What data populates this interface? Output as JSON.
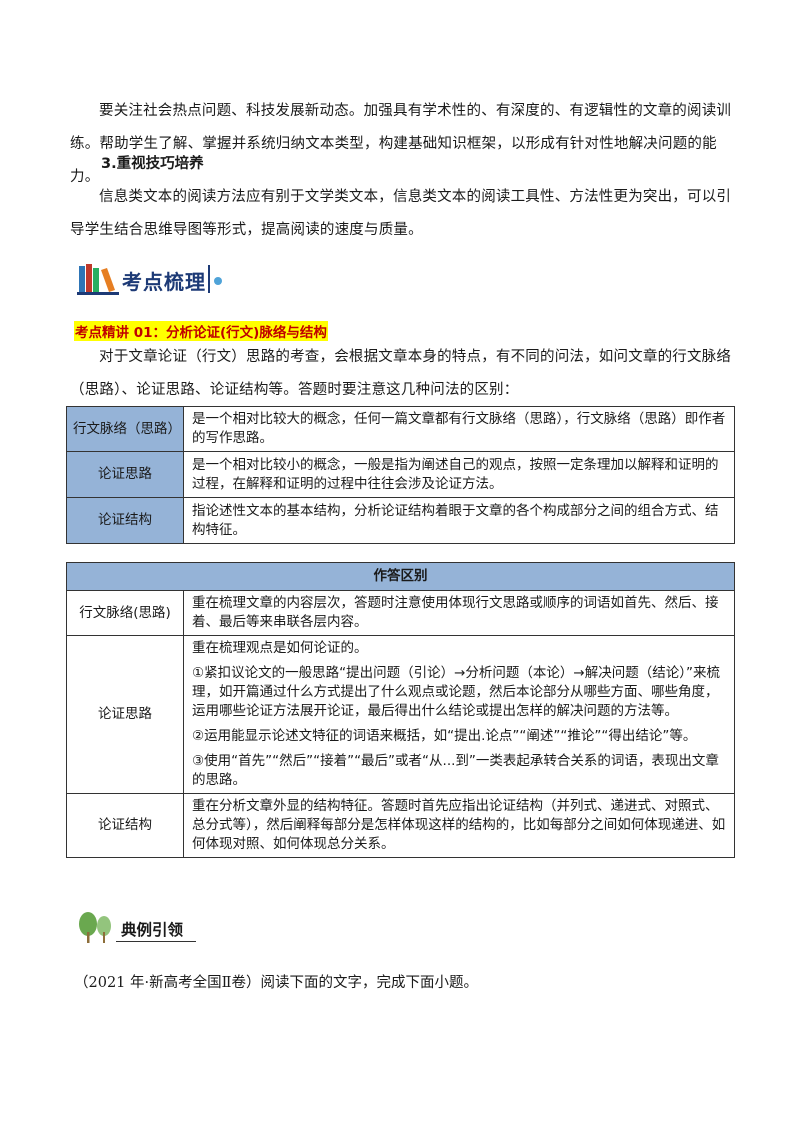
{
  "intro": {
    "para1": "要关注社会热点问题、科技发展新动态。加强具有学术性的、有深度的、有逻辑性的文章的阅读训练。帮助学生了解、掌握并系统归纳文本类型，构建基础知识框架，以形成有针对性地解决问题的能力。",
    "heading3": "3.重视技巧培养",
    "para2": "信息类文本的阅读方法应有别于文学类文本，信息类文本的阅读工具性、方法性更为突出，可以引导学生结合思维导图等形式，提高阅读的速度与质量。"
  },
  "section_banner": {
    "title": "考点梳理"
  },
  "lecture": {
    "title": "考点精讲 01：分析论证(行文)脉络与结构",
    "para": "对于文章论证（行文）思路的考查，会根据文章本身的特点，有不同的问法，如问文章的行文脉络（思路）、论证思路、论证结构等。答题时要注意这几种问法的区别："
  },
  "table1": {
    "rows": [
      {
        "head": "行文脉络（思路）",
        "body": "是一个相对比较大的概念，任何一篇文章都有行文脉络（思路），行文脉络（思路）即作者的写作思路。"
      },
      {
        "head": "论证思路",
        "body": "是一个相对比较小的概念，一般是指为阐述自己的观点，按照一定条理加以解释和证明的过程，在解释和证明的过程中往往会涉及论证方法。"
      },
      {
        "head": "论证结构",
        "body": "指论述性文本的基本结构，分析论证结构着眼于文章的各个构成部分之间的组合方式、结构特征。"
      }
    ]
  },
  "table2": {
    "title": "作答区别",
    "row1": {
      "head": "行文脉络(思路)",
      "body": "重在梳理文章的内容层次，答题时注意使用体现行文思路或顺序的词语如首先、然后、接着、最后等来串联各层内容。"
    },
    "row2": {
      "head": "论证思路",
      "p1": "重在梳理观点是如何论证的。",
      "p2": "①紧扣议论文的一般思路“提出问题（引论）→分析问题（本论）→解决问题（结论）”来梳理，如开篇通过什么方式提出了什么观点或论题，然后本论部分从哪些方面、哪些角度，运用哪些论证方法展开论证，最后得出什么结论或提出怎样的解决问题的方法等。",
      "p3": "②运用能显示论述文特征的词语来概括，如“提出.论点”“阐述”“推论”“得出结论”等。",
      "p4": "③使用“首先”“然后”“接着”“最后”或者“从...到”一类表起承转合关系的词语，表现出文章的思路。"
    },
    "row3": {
      "head": "论证结构",
      "body": "重在分析文章外显的结构特征。答题时首先应指出论证结构（并列式、递进式、对照式、总分式等），然后阐释每部分是怎样体现这样的结构的，比如每部分之间如何体现递进、如何体现对照、如何体现总分关系。"
    }
  },
  "example_banner": {
    "title": "典例引领"
  },
  "question": {
    "text": "（2021 年·新高考全国Ⅱ卷）阅读下面的文字，完成下面小题。"
  },
  "colors": {
    "table_header_blue": "#95b3d7",
    "banner_navy": "#1d3a76",
    "highlight_yellow": "#ffff00",
    "highlight_red": "#c00000"
  }
}
